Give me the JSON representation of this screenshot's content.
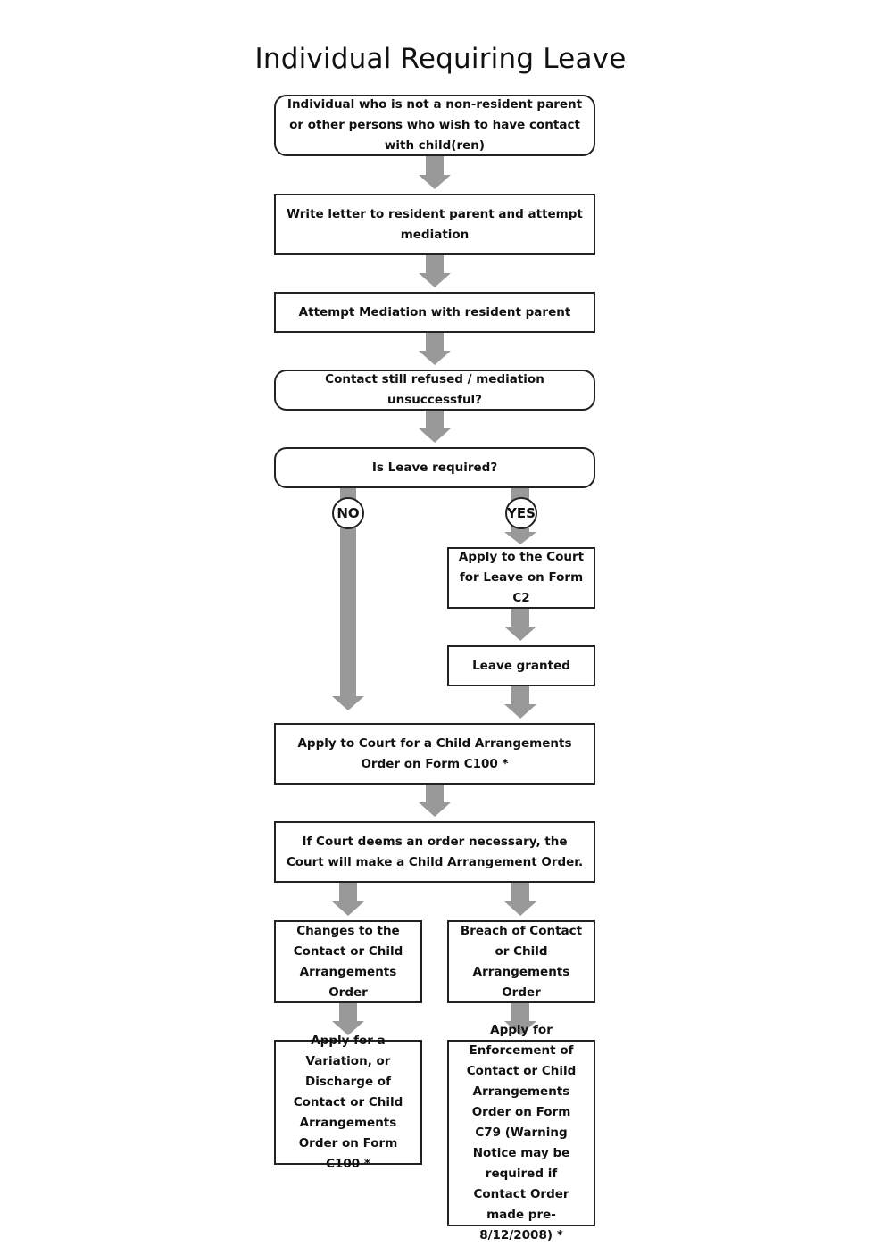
{
  "title": "Individual Requiring Leave",
  "colors": {
    "arrow": "#999999",
    "border": "#222222"
  },
  "nodes": {
    "start": "Individual who is not a non-resident parent or other persons who wish to have contact with child(ren)",
    "letter": "Write letter to resident parent and attempt mediation",
    "mediation": "Attempt Mediation with resident parent",
    "refused": "Contact still refused / mediation unsuccessful?",
    "leave_q": "Is Leave required?",
    "apply_c2": "Apply to the Court for Leave on Form C2",
    "granted": "Leave granted",
    "apply_c100": "Apply to Court for a Child Arrangements Order on Form C100 *",
    "court_order": "If Court deems an order necessary, the Court will make a Child Arrangement Order.",
    "changes": "Changes to the Contact or Child Arrangements Order",
    "breach": "Breach of Contact or Child Arrangements Order",
    "variation": "Apply for a Variation, or Discharge of Contact or Child Arrangements Order on Form C100 *",
    "enforcement": "Apply for Enforcement of Contact or Child Arrangements Order on Form C79 (Warning Notice may be required if Contact Order made pre-8/12/2008) *"
  },
  "labels": {
    "no": "NO",
    "yes": "YES"
  }
}
